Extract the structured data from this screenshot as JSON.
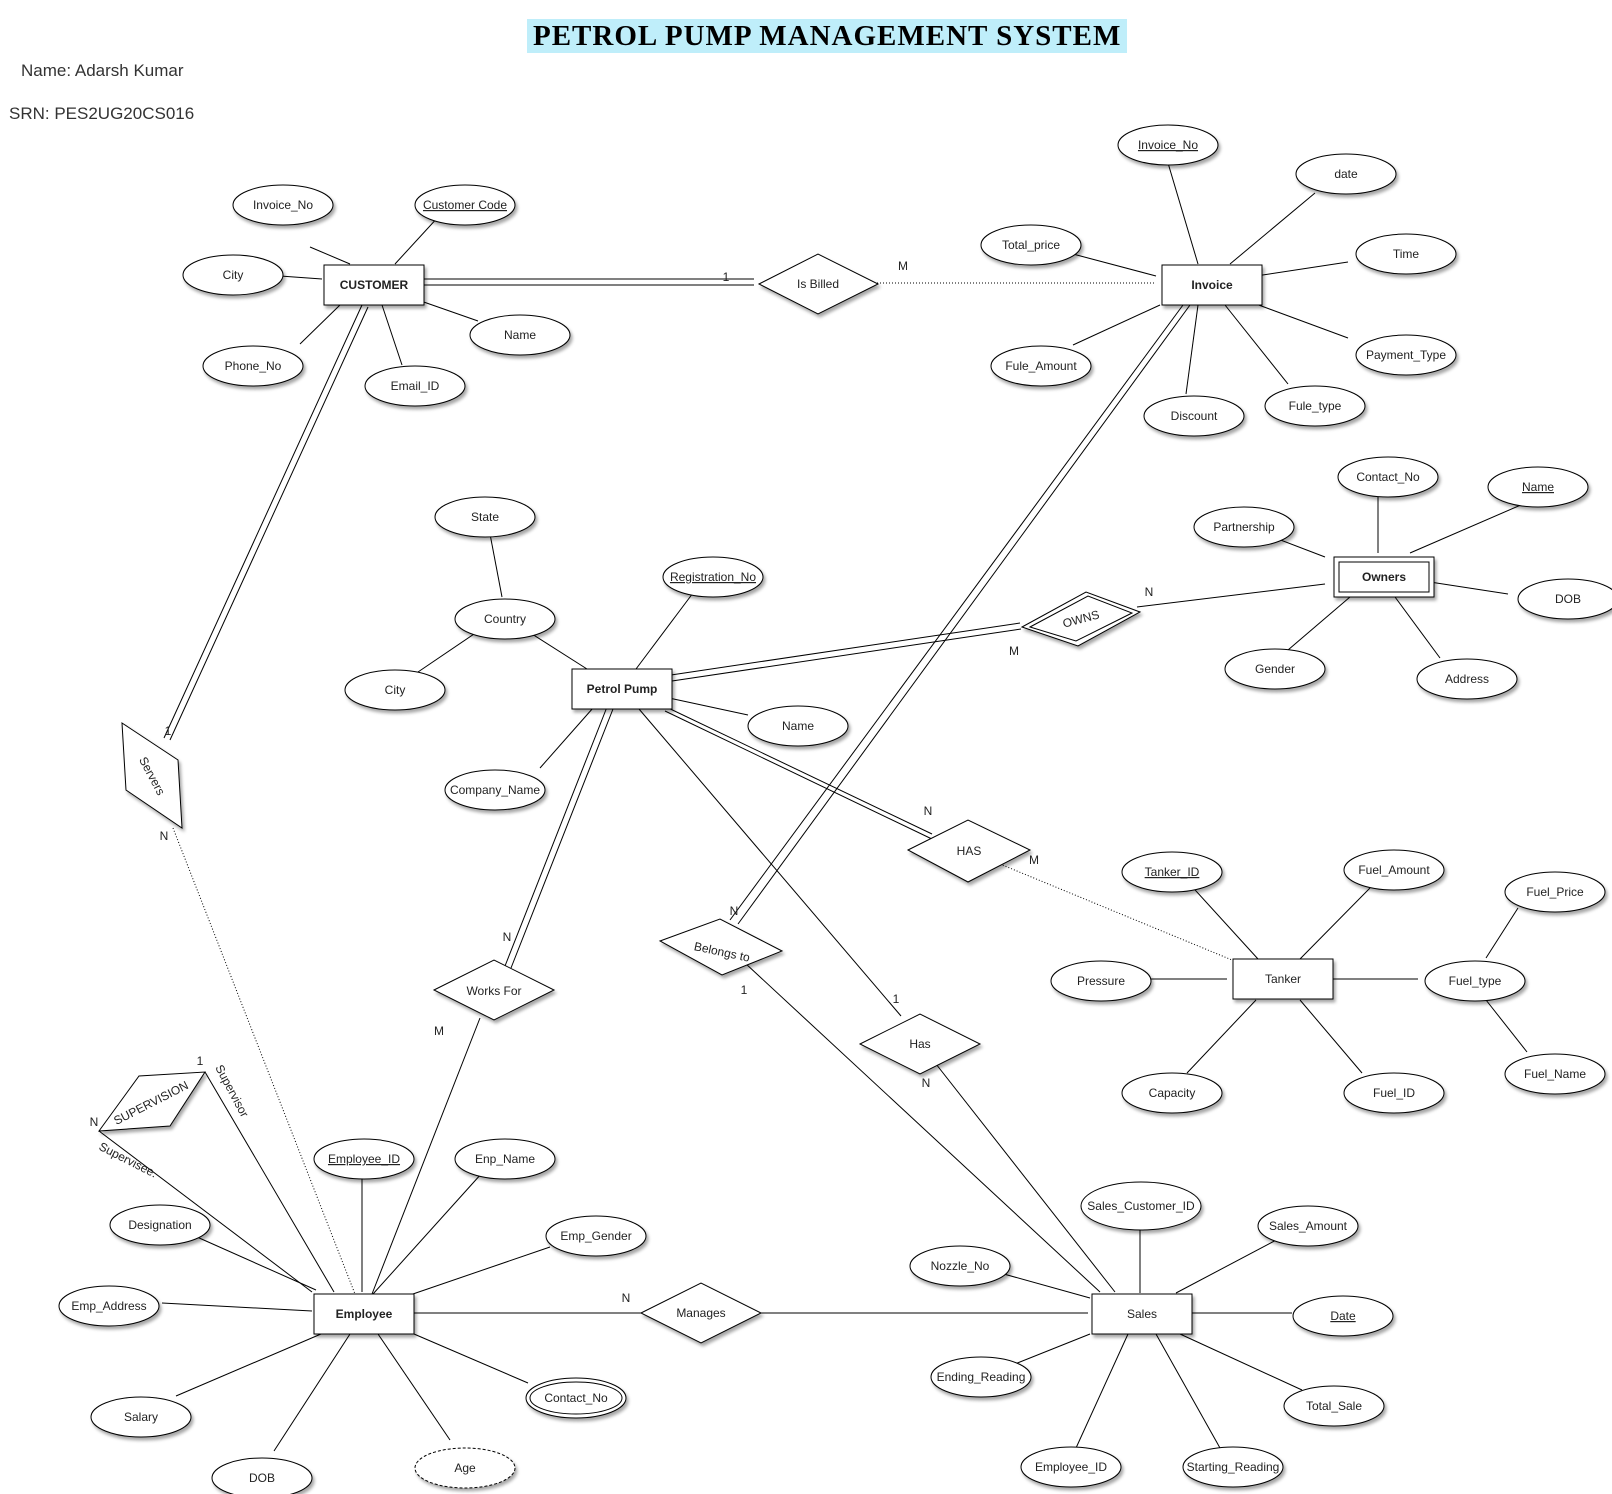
{
  "header": {
    "title": "PETROL PUMP MANAGEMENT SYSTEM",
    "name_line": "Name: Adarsh Kumar",
    "srn_line": "SRN: PES2UG20CS016"
  },
  "entities": {
    "customer": "CUSTOMER",
    "invoice": "Invoice",
    "owners": "Owners",
    "petrol_pump": "Petrol Pump",
    "tanker": "Tanker",
    "employee": "Employee",
    "sales": "Sales"
  },
  "relationships": {
    "is_billed": "Is Billed",
    "owns": "OWNS",
    "servers": "Servers",
    "has_tanker": "HAS",
    "works_for": "Works For",
    "belongs_to": "Belongs to",
    "has_sales": "Has",
    "manages": "Manages",
    "supervision": "SUPERVISION"
  },
  "attributes": {
    "customer": {
      "invoice_no": "Invoice_No",
      "customer_code": "Customer Code",
      "city": "City",
      "name": "Name",
      "phone_no": "Phone_No",
      "email_id": "Email_ID"
    },
    "invoice": {
      "invoice_no": "Invoice_No",
      "date": "date",
      "total_price": "Total_price",
      "time": "Time",
      "fule_amount": "Fule_Amount",
      "payment_type": "Payment_Type",
      "discount": "Discount",
      "fule_type": "Fule_type"
    },
    "owners": {
      "contact_no": "Contact_No",
      "name": "Name",
      "partnership": "Partnership",
      "dob": "DOB",
      "gender": "Gender",
      "address": "Address"
    },
    "petrol_pump": {
      "state": "State",
      "registration_no": "Registration_No",
      "country": "Country",
      "city": "City",
      "name": "Name",
      "company_name": "Company_Name"
    },
    "tanker": {
      "tanker_id": "Tanker_ID",
      "fuel_amount": "Fuel_Amount",
      "fuel_price": "Fuel_Price",
      "pressure": "Pressure",
      "fuel_type": "Fuel_type",
      "capacity": "Capacity",
      "fuel_id": "Fuel_ID",
      "fuel_name": "Fuel_Name"
    },
    "employee": {
      "employee_id": "Employee_ID",
      "enp_name": "Enp_Name",
      "designation": "Designation",
      "emp_gender": "Emp_Gender",
      "emp_address": "Emp_Address",
      "salary": "Salary",
      "contact_no": "Contact_No",
      "dob": "DOB",
      "age": "Age"
    },
    "sales": {
      "sales_customer_id": "Sales_Customer_ID",
      "sales_amount": "Sales_Amount",
      "nozzle_no": "Nozzle_No",
      "date": "Date",
      "ending_reading": "Ending_Reading",
      "total_sale": "Total_Sale",
      "employee_id": "Employee_ID",
      "starting_reading": "Starting_Reading"
    }
  },
  "cardinalities": {
    "is_billed_customer": "1",
    "is_billed_invoice": "M",
    "owns_owners": "N",
    "owns_pump": "M",
    "servers_customer": "1",
    "servers_employee": "N",
    "has_tanker_pump": "N",
    "has_tanker_tanker": "M",
    "belongs_invoice": "N",
    "belongs_sales": "1",
    "works_for_pump": "N",
    "works_for_employee": "M",
    "has_sales_pump": "1",
    "has_sales_sales": "N",
    "manages_employee": "N",
    "supervision_supervisee": "N",
    "supervision_supervisor": "1"
  },
  "role_labels": {
    "supervisor": "Supervisor",
    "supervisee": "Supervisee."
  }
}
